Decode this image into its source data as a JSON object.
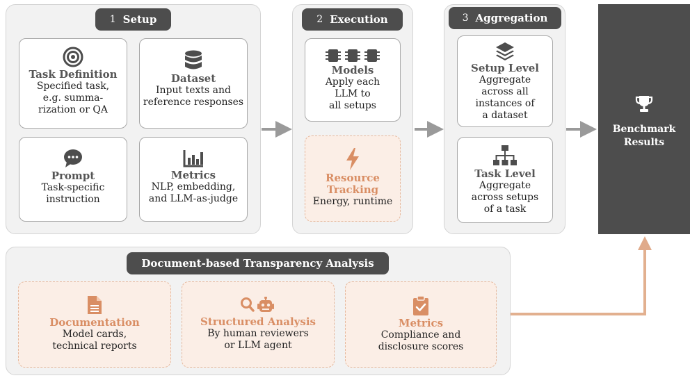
{
  "setup": {
    "number": "1",
    "title": "Setup",
    "cards": [
      {
        "title": "Task Definition",
        "lines": [
          "Specified task,",
          "e.g. summa-",
          "rization or QA"
        ]
      },
      {
        "title": "Dataset",
        "lines": [
          "Input texts and",
          "reference responses"
        ]
      },
      {
        "title": "Prompt",
        "lines": [
          "Task-specific",
          "instruction"
        ]
      },
      {
        "title": "Metrics",
        "lines": [
          "NLP, embedding,",
          "and LLM-as-judge"
        ]
      }
    ]
  },
  "execution": {
    "number": "2",
    "title": "Execution",
    "models": {
      "title": "Models",
      "lines": [
        "Apply each",
        "LLM to",
        "all setups"
      ]
    },
    "resource": {
      "title_lines": [
        "Resource",
        "Tracking"
      ],
      "text": "Energy, runtime"
    }
  },
  "aggregation": {
    "number": "3",
    "title": "Aggregation",
    "setup_level": {
      "title": "Setup Level",
      "lines": [
        "Aggregate",
        "across all",
        "instances of",
        "a dataset"
      ]
    },
    "task_level": {
      "title": "Task Level",
      "lines": [
        "Aggregate",
        "across setups",
        "of a task"
      ]
    }
  },
  "results": {
    "lines": [
      "Benchmark",
      "Results"
    ]
  },
  "transparency": {
    "title": "Document-based Transparency Analysis",
    "cards": [
      {
        "title": "Documentation",
        "lines": [
          "Model cards,",
          "technical reports"
        ]
      },
      {
        "title": "Structured Analysis",
        "lines": [
          "By human reviewers",
          "or LLM agent"
        ]
      },
      {
        "title": "Metrics",
        "lines": [
          "Compliance and",
          "disclosure scores"
        ]
      }
    ]
  },
  "icons": {
    "task": "target-icon",
    "dataset": "database-icon",
    "prompt": "chat-bubble-icon",
    "metrics": "bar-chart-icon",
    "models": "chip-icon",
    "resource": "lightning-icon",
    "setup_level": "layers-icon",
    "task_level": "hierarchy-icon",
    "results": "trophy-icon",
    "documentation": "document-icon",
    "analysis": "search-robot-icon",
    "t_metrics": "clipboard-check-icon"
  },
  "colors": {
    "accent": "#d98e64",
    "dark": "#4d4d4d",
    "panel": "#f2f2f2"
  }
}
